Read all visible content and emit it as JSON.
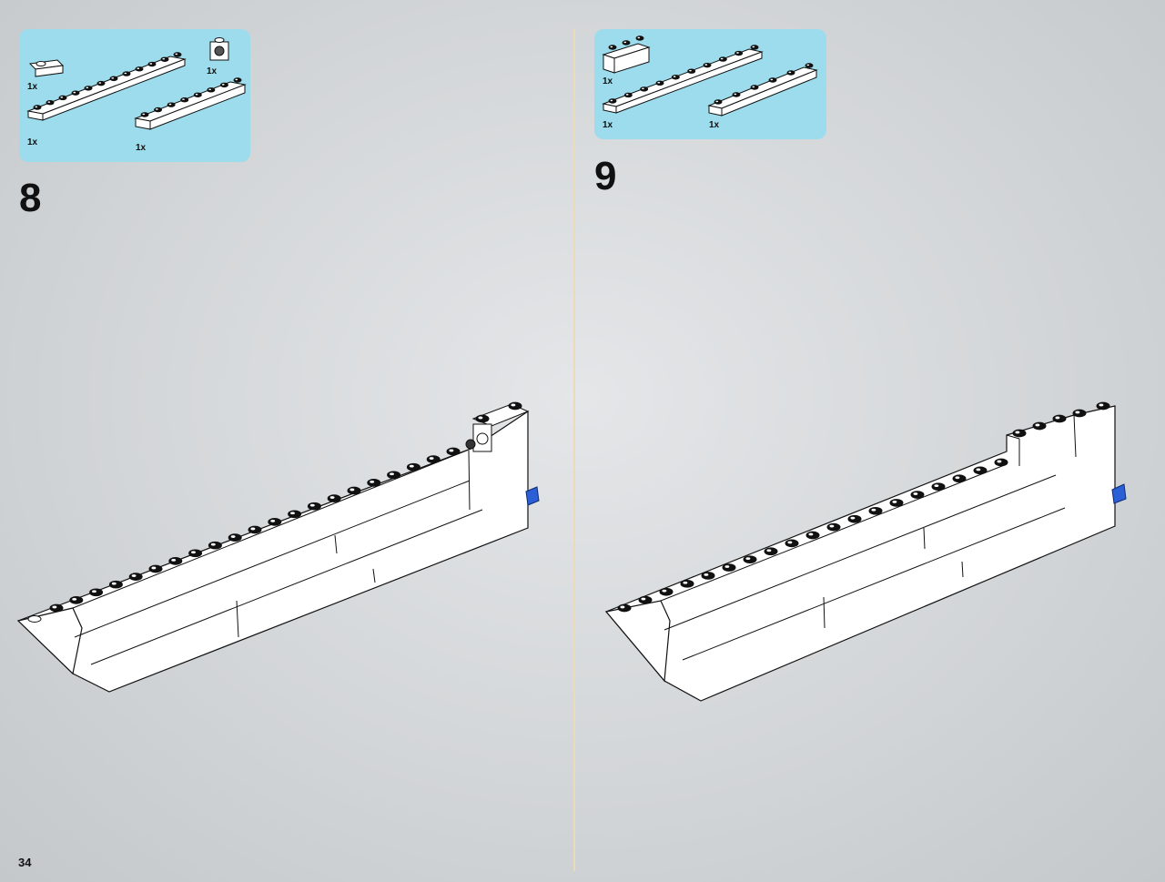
{
  "page": {
    "number": "34"
  },
  "steps": [
    {
      "number": "8",
      "parts": [
        {
          "qty": "1x",
          "part": "1x2 white slope plate with stud"
        },
        {
          "qty": "1x",
          "part": "1x1 white brick with side stud"
        },
        {
          "qty": "1x",
          "part": "1x12 white plate"
        },
        {
          "qty": "1x",
          "part": "1x8 white plate"
        }
      ]
    },
    {
      "number": "9",
      "parts": [
        {
          "qty": "1x",
          "part": "1x3 white brick"
        },
        {
          "qty": "1x",
          "part": "1x10 white plate"
        },
        {
          "qty": "1x",
          "part": "1x6 white plate"
        }
      ]
    }
  ],
  "colors": {
    "callout": "#9ddcec",
    "divider": "#eadcb8",
    "brick": "#ffffff",
    "accent_pin": "#2a5fd6"
  }
}
